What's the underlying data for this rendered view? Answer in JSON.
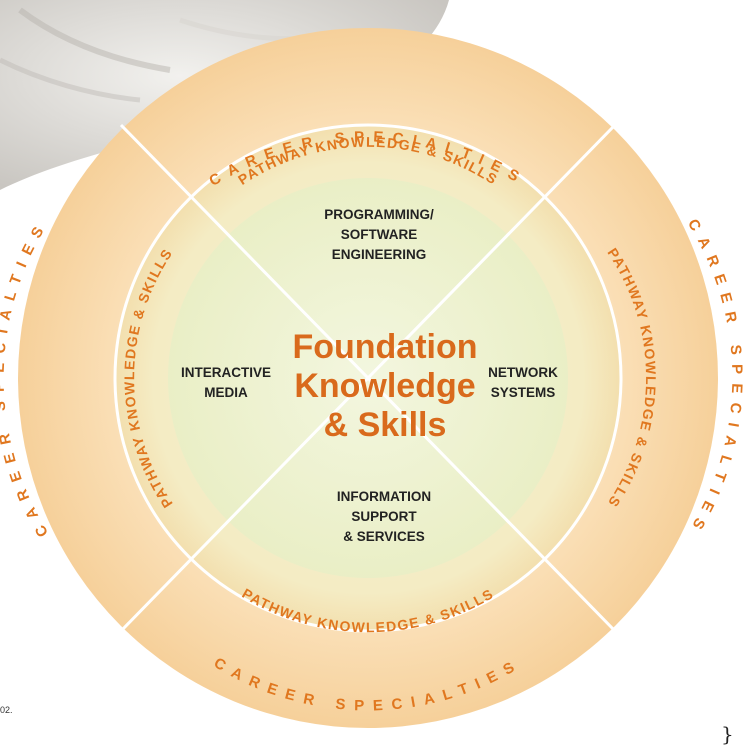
{
  "diagram": {
    "center_title": [
      "Foundation",
      "Knowledge",
      "& Skills"
    ],
    "career_label": "CAREER SPECIALTIES",
    "pathway_label": "PATHWAY KNOWLEDGE & SKILLS",
    "quadrants": {
      "top": [
        "PROGRAMMING/",
        "SOFTWARE",
        "ENGINEERING"
      ],
      "left": [
        "INTERACTIVE",
        "MEDIA"
      ],
      "right": [
        "NETWORK",
        "SYSTEMS"
      ],
      "bottom": [
        "INFORMATION",
        "SUPPORT",
        "& SERVICES"
      ]
    },
    "colors": {
      "outer_ring": "#f9dfb5",
      "middle_ring": "#f4edc3",
      "core": "#eef2cf",
      "accent": "#e0771f",
      "title": "#d96a1c",
      "divider": "#ffffff"
    }
  },
  "margin_note": "02.",
  "corner_mark": "}"
}
